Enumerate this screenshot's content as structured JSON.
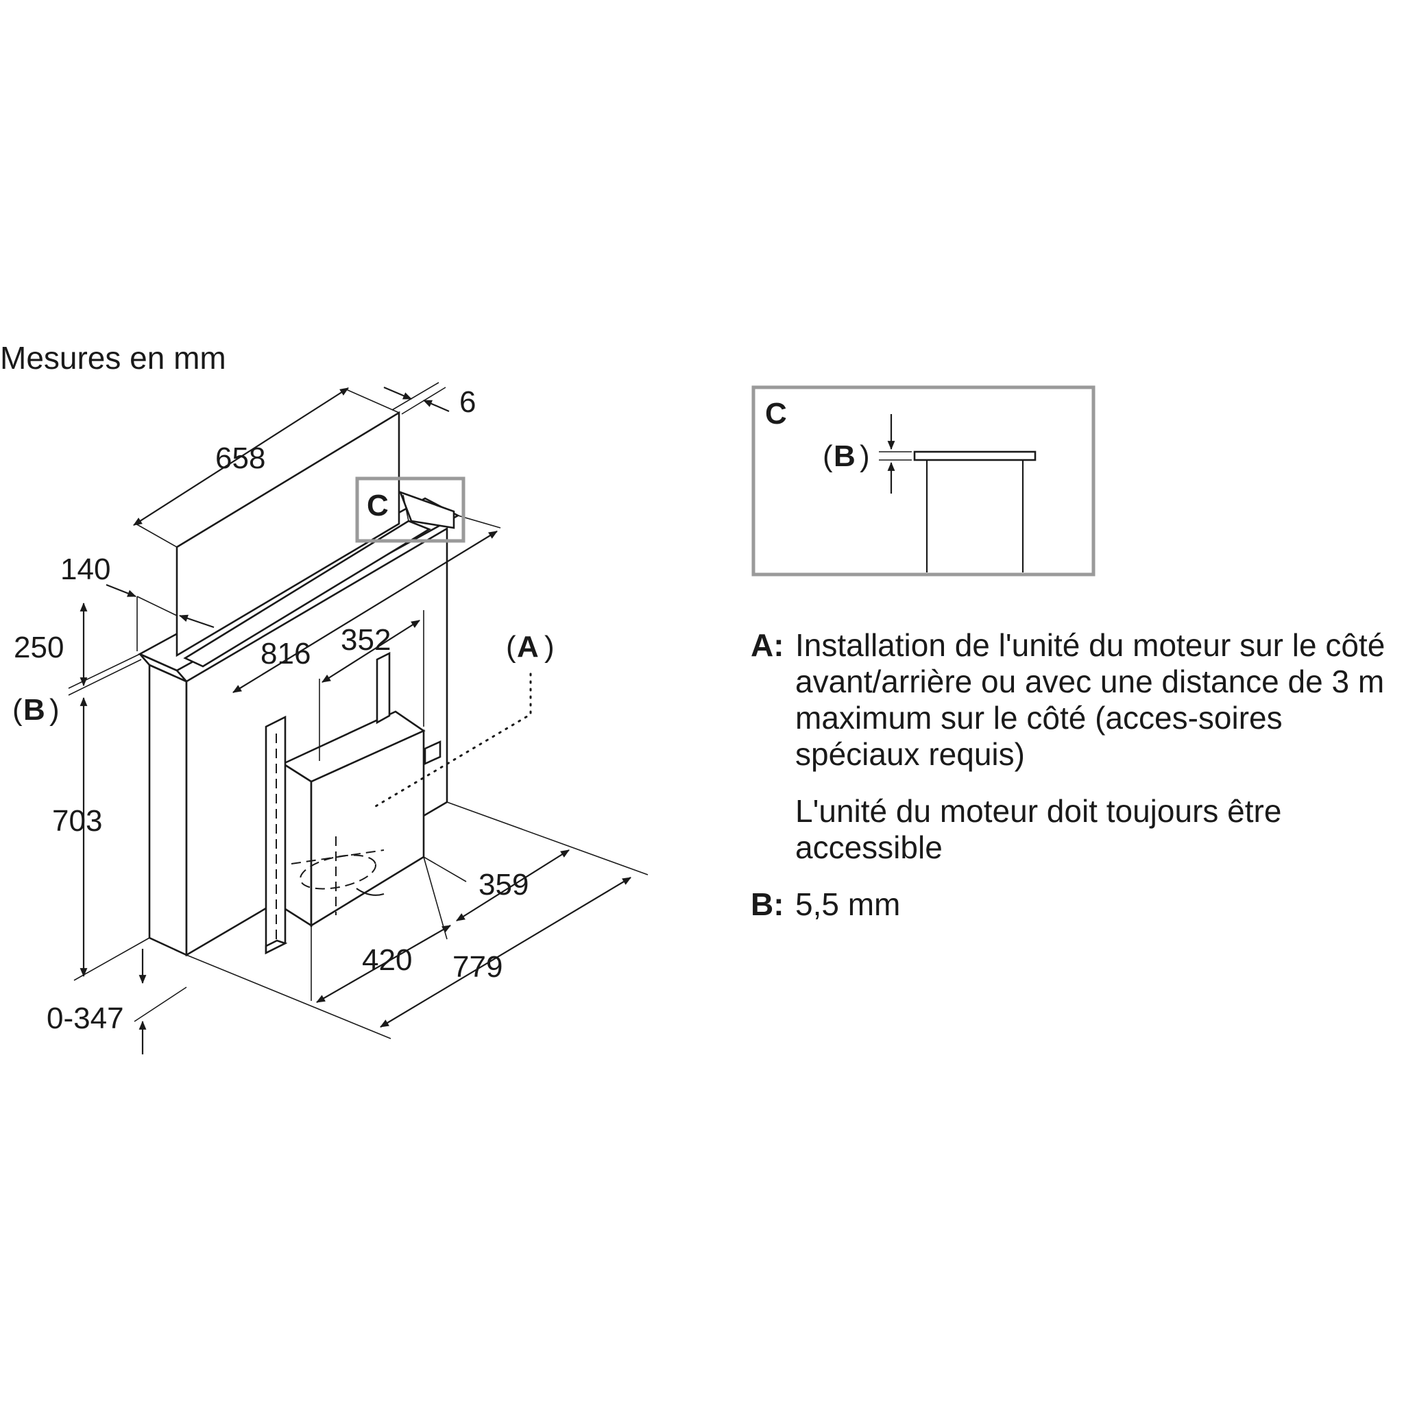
{
  "caption": "Mesures en mm",
  "dimensions": {
    "d658": "658",
    "d6": "6",
    "d140": "140",
    "d250": "250",
    "dB": "B",
    "d816": "816",
    "d352": "352",
    "dA": "A",
    "d703": "703",
    "d359": "359",
    "d420": "420",
    "d779": "779",
    "d0347": "0-347"
  },
  "paren_open": "(",
  "paren_close": ")",
  "detail": {
    "title": "C",
    "callout": "C",
    "b_label": "B"
  },
  "legend": {
    "a_key": "A:",
    "a_text": "Installation de l'unité du moteur sur le côté avant/arrière ou avec une distance de 3 m maximum sur le côté (acces-soires spéciaux requis)",
    "a_note": "L'unité du moteur doit toujours être accessible",
    "b_key": "B:",
    "b_text": "5,5 mm"
  }
}
